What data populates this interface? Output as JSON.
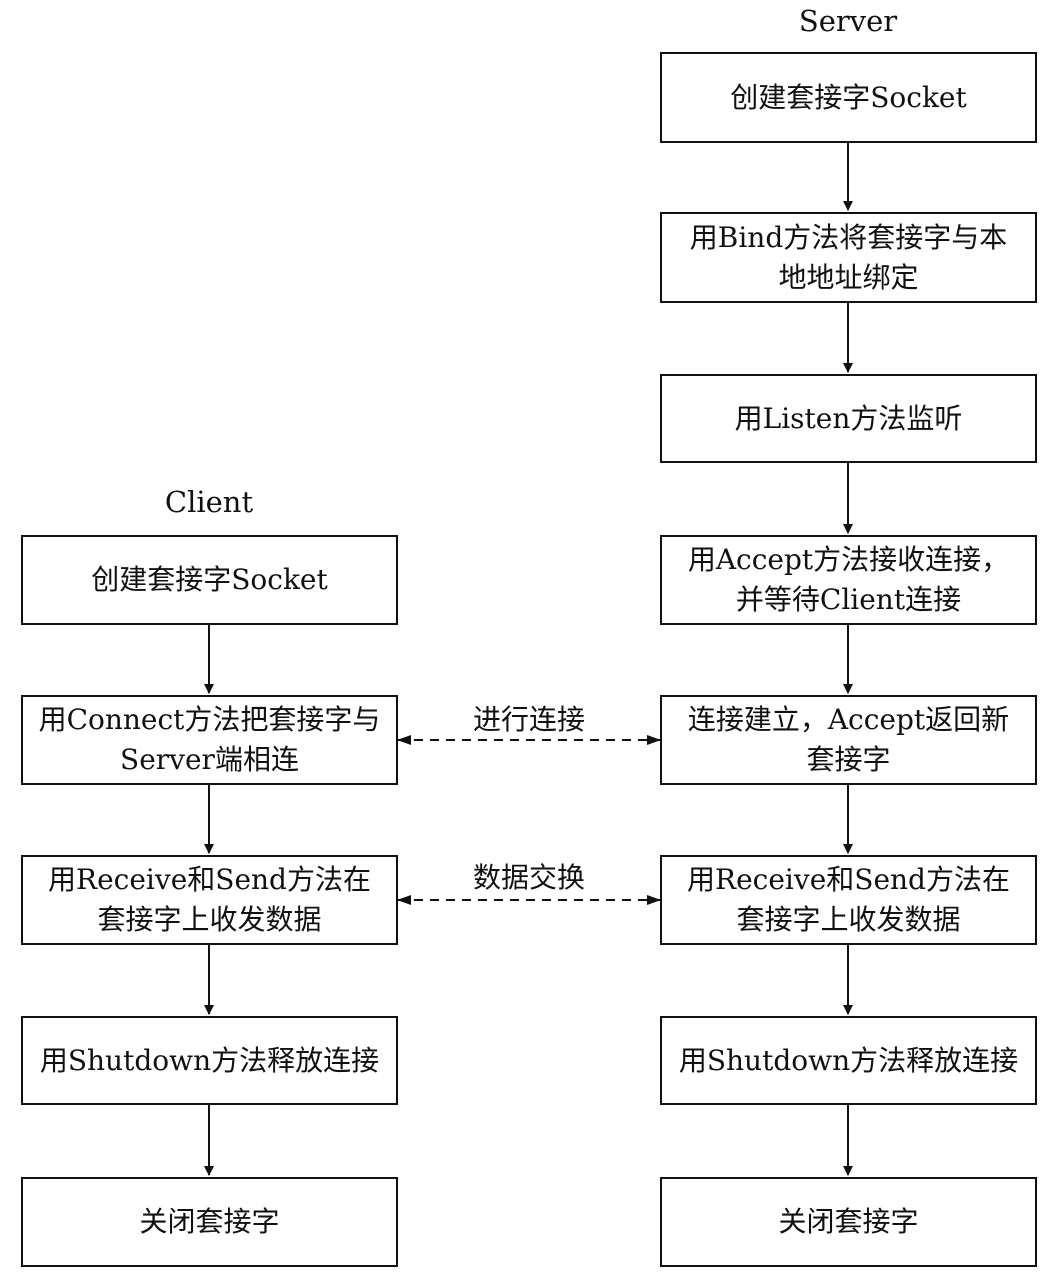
{
  "server": {
    "title": "Server",
    "steps": [
      "创建套接字Socket",
      "用Bind方法将套接字与本地地址绑定",
      "用Listen方法监听",
      "用Accept方法接收连接，并等待Client连接",
      "连接建立，Accept返回新套接字",
      "用Receive和Send方法在套接字上收发数据",
      "用Shutdown方法释放连接",
      "关闭套接字"
    ]
  },
  "client": {
    "title": "Client",
    "steps": [
      "创建套接字Socket",
      "用Connect方法把套接字与Server端相连",
      "用Receive和Send方法在套接字上收发数据",
      "用Shutdown方法释放连接",
      "关闭套接字"
    ]
  },
  "links": {
    "connect": "进行连接",
    "exchange": "数据交换"
  }
}
